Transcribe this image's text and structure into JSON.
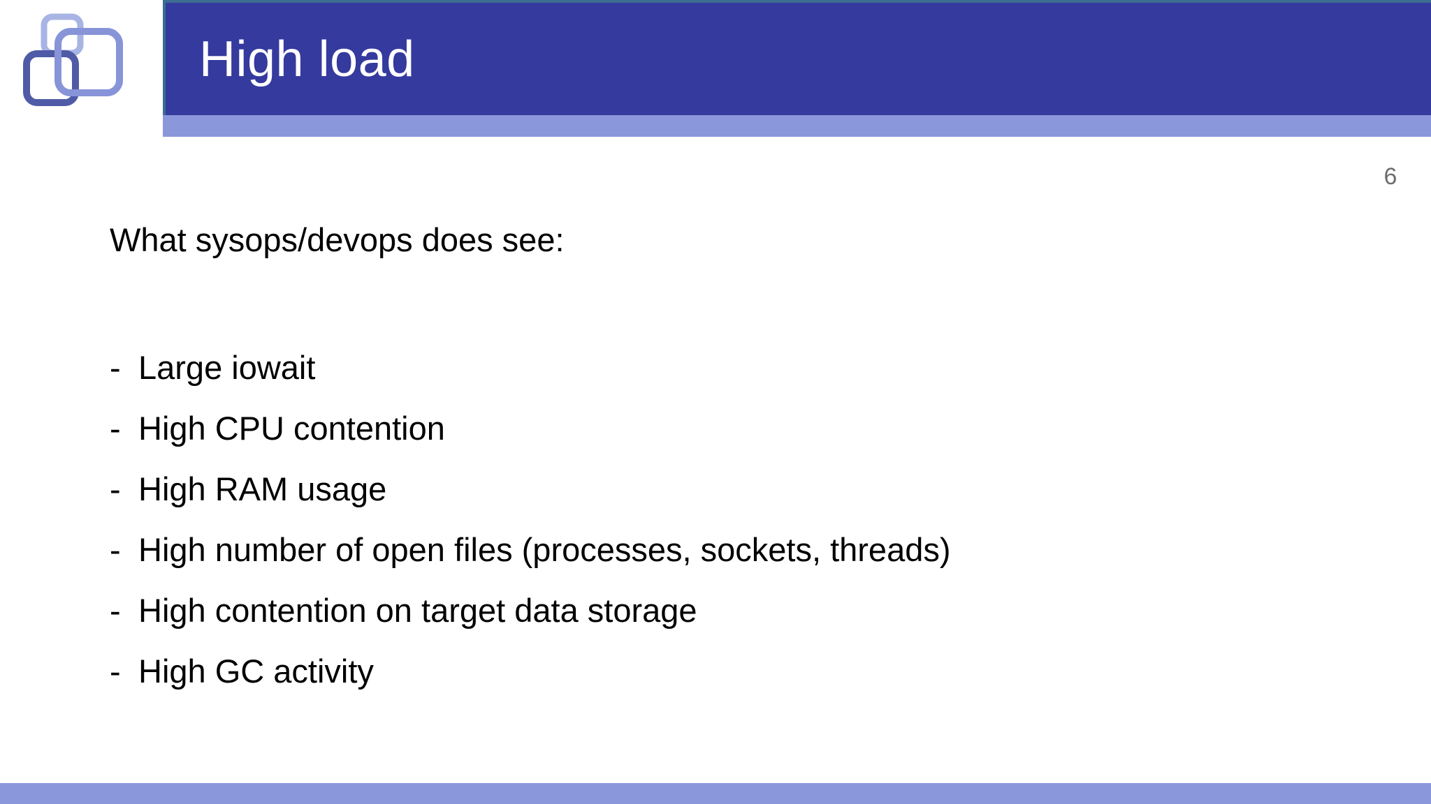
{
  "slide": {
    "title": "High load",
    "number": "6",
    "intro": "What sysops/devops does see:",
    "bullets": [
      {
        "marker": "-",
        "text": "Large iowait"
      },
      {
        "marker": "-",
        "text": "High CPU contention"
      },
      {
        "marker": "-",
        "text": "High RAM usage"
      },
      {
        "marker": "-",
        "text": "High number of open files (processes, sockets, threads)"
      },
      {
        "marker": "-",
        "text": "High contention on target data storage"
      },
      {
        "marker": "-",
        "text": "High GC activity"
      }
    ]
  },
  "branding": {
    "logo_name": "overlapping-squares-logo",
    "logo_square_light": "#A8B4E4",
    "logo_square_mid": "#8794D8",
    "logo_square_dark": "#4F5BA6"
  },
  "colors": {
    "header_dark": "#353A9E",
    "header_accent_light": "#8B97DB",
    "header_top_edge": "#3D6E92",
    "footer": "#8B97DB",
    "title_text": "#FFFFFF",
    "body_text": "#000000",
    "slide_number_text": "#6E6E6E",
    "background": "#FFFFFF"
  }
}
